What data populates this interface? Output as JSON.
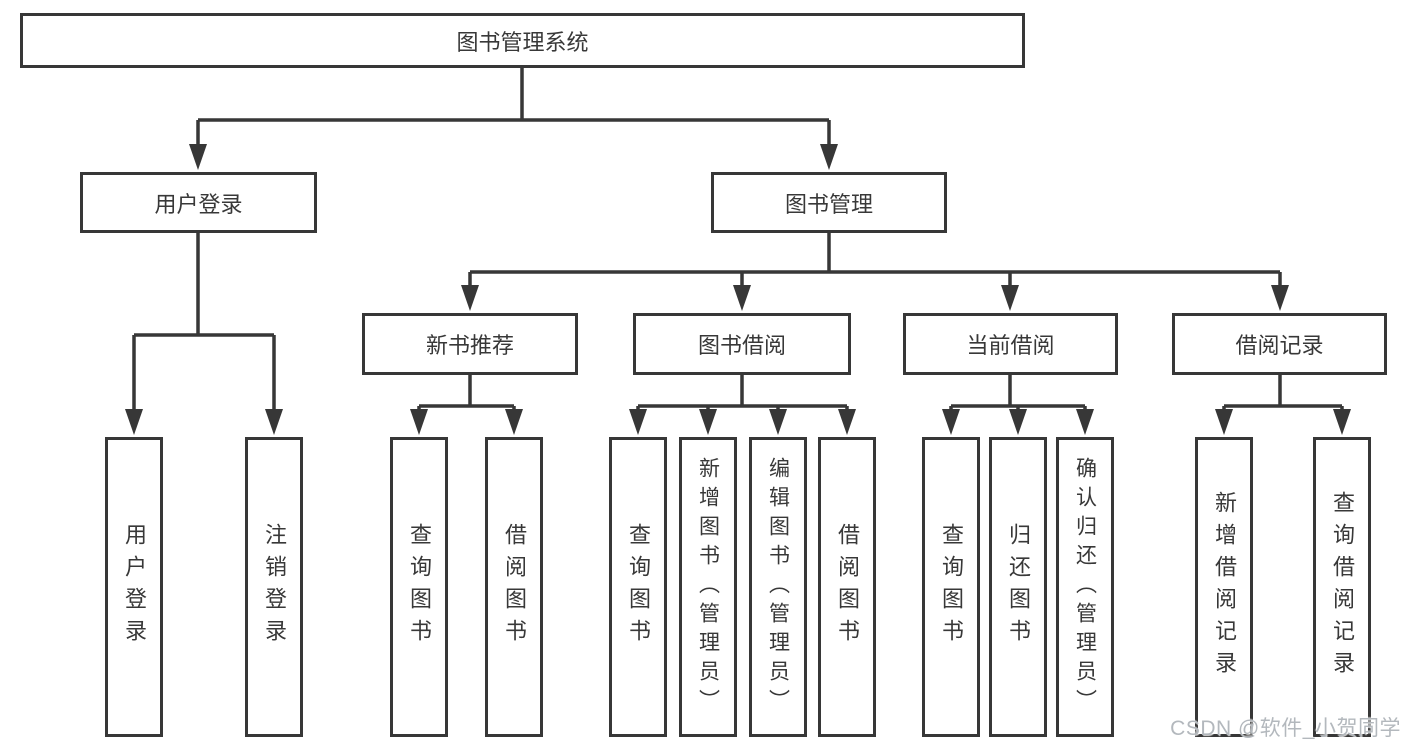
{
  "diagram": {
    "root": {
      "label": "图书管理系统"
    },
    "level2": [
      {
        "label": "用户登录"
      },
      {
        "label": "图书管理"
      }
    ],
    "level3": [
      {
        "label": "新书推荐"
      },
      {
        "label": "图书借阅"
      },
      {
        "label": "当前借阅"
      },
      {
        "label": "借阅记录"
      }
    ],
    "leaves": {
      "login": [
        {
          "label": "用户登录"
        },
        {
          "label": "注销登录"
        }
      ],
      "recommend": [
        {
          "label": "查询图书"
        },
        {
          "label": "借阅图书"
        }
      ],
      "borrow": [
        {
          "label": "查询图书"
        },
        {
          "label": "新增图书（管理员）"
        },
        {
          "label": "编辑图书（管理员）"
        },
        {
          "label": "借阅图书"
        }
      ],
      "current": [
        {
          "label": "查询图书"
        },
        {
          "label": "归还图书"
        },
        {
          "label": "确认归还（管理员）"
        }
      ],
      "records": [
        {
          "label": "新增借阅记录"
        },
        {
          "label": "查询借阅记录"
        }
      ]
    }
  },
  "watermark": {
    "text": "CSDN @软件_小贺同学"
  },
  "colors": {
    "line": "#373737",
    "text": "#383838",
    "watermark": "#b3b8bd",
    "background": "#ffffff"
  }
}
